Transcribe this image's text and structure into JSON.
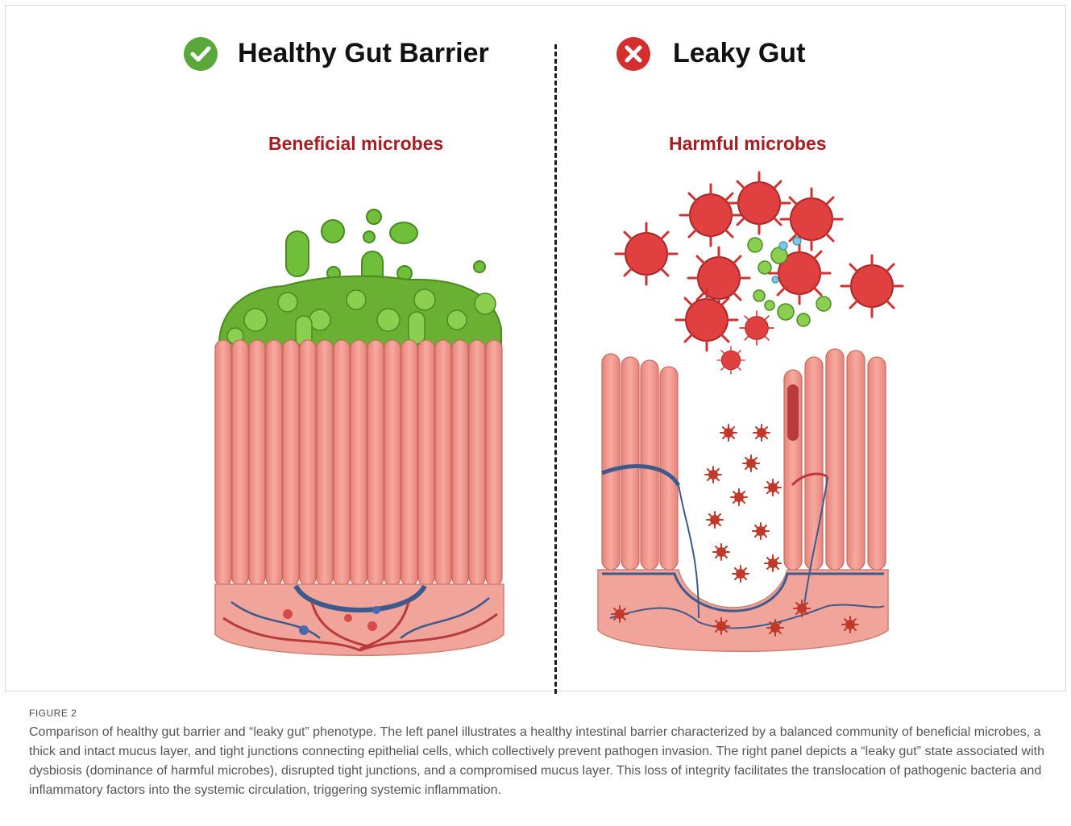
{
  "figure": {
    "left_panel": {
      "title": "Healthy Gut Barrier",
      "status_icon": "check-circle-icon",
      "status_color": "#5aa83c",
      "microbe_label": "Beneficial microbes"
    },
    "right_panel": {
      "title": "Leaky Gut",
      "status_icon": "x-circle-icon",
      "status_color": "#d32f2f",
      "microbe_label": "Harmful microbes"
    },
    "colors": {
      "microbe_label": "#a61e22",
      "epithelium": "#f19a8f",
      "beneficial_microbe": "#6fbf3a",
      "harmful_microbe": "#e04040",
      "vessel_red": "#b83a3a",
      "vessel_blue": "#3c5a8c"
    }
  },
  "caption": {
    "label": "FIGURE 2",
    "text": "Comparison of healthy gut barrier and “leaky gut” phenotype. The left panel illustrates a healthy intestinal barrier characterized by a balanced community of beneficial microbes, a thick and intact mucus layer, and tight junctions connecting epithelial cells, which collectively prevent pathogen invasion. The right panel depicts a “leaky gut” state associated with dysbiosis (dominance of harmful microbes), disrupted tight junctions, and a compromised mucus layer. This loss of integrity facilitates the translocation of pathogenic bacteria and inflammatory factors into the systemic circulation, triggering systemic inflammation."
  }
}
